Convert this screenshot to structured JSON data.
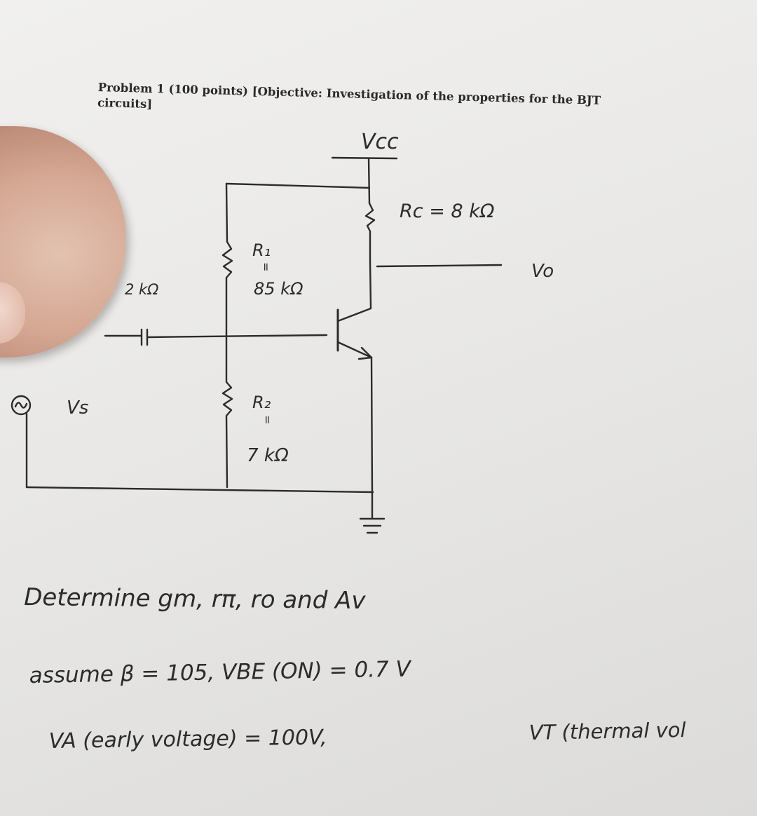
{
  "problem": {
    "line1": "Problem 1 (100 points) [Objective: Investigation of the properties for the BJT",
    "line2": "circuits]"
  },
  "circuit": {
    "supply": "Vcc",
    "rc": "Rc = 8 kΩ",
    "r1_name": "R₁",
    "r1_eq": "=",
    "r1_value": "85 kΩ",
    "r2_name": "R₂",
    "r2_eq": "=",
    "r2_value": "7 kΩ",
    "rs": "2 kΩ",
    "source": "Vs",
    "output": "Vo"
  },
  "notes": {
    "line1": "Determine gm, rπ, ro and Av",
    "line2": "assume β = 105,   VBE (ON) = 0.7 V",
    "line3": "VA (early voltage) = 100V,",
    "line4": "VT (thermal vol"
  },
  "colors": {
    "ink": "#2b2b2b",
    "paper": "#ecebe9",
    "skin": "#d4a792"
  }
}
